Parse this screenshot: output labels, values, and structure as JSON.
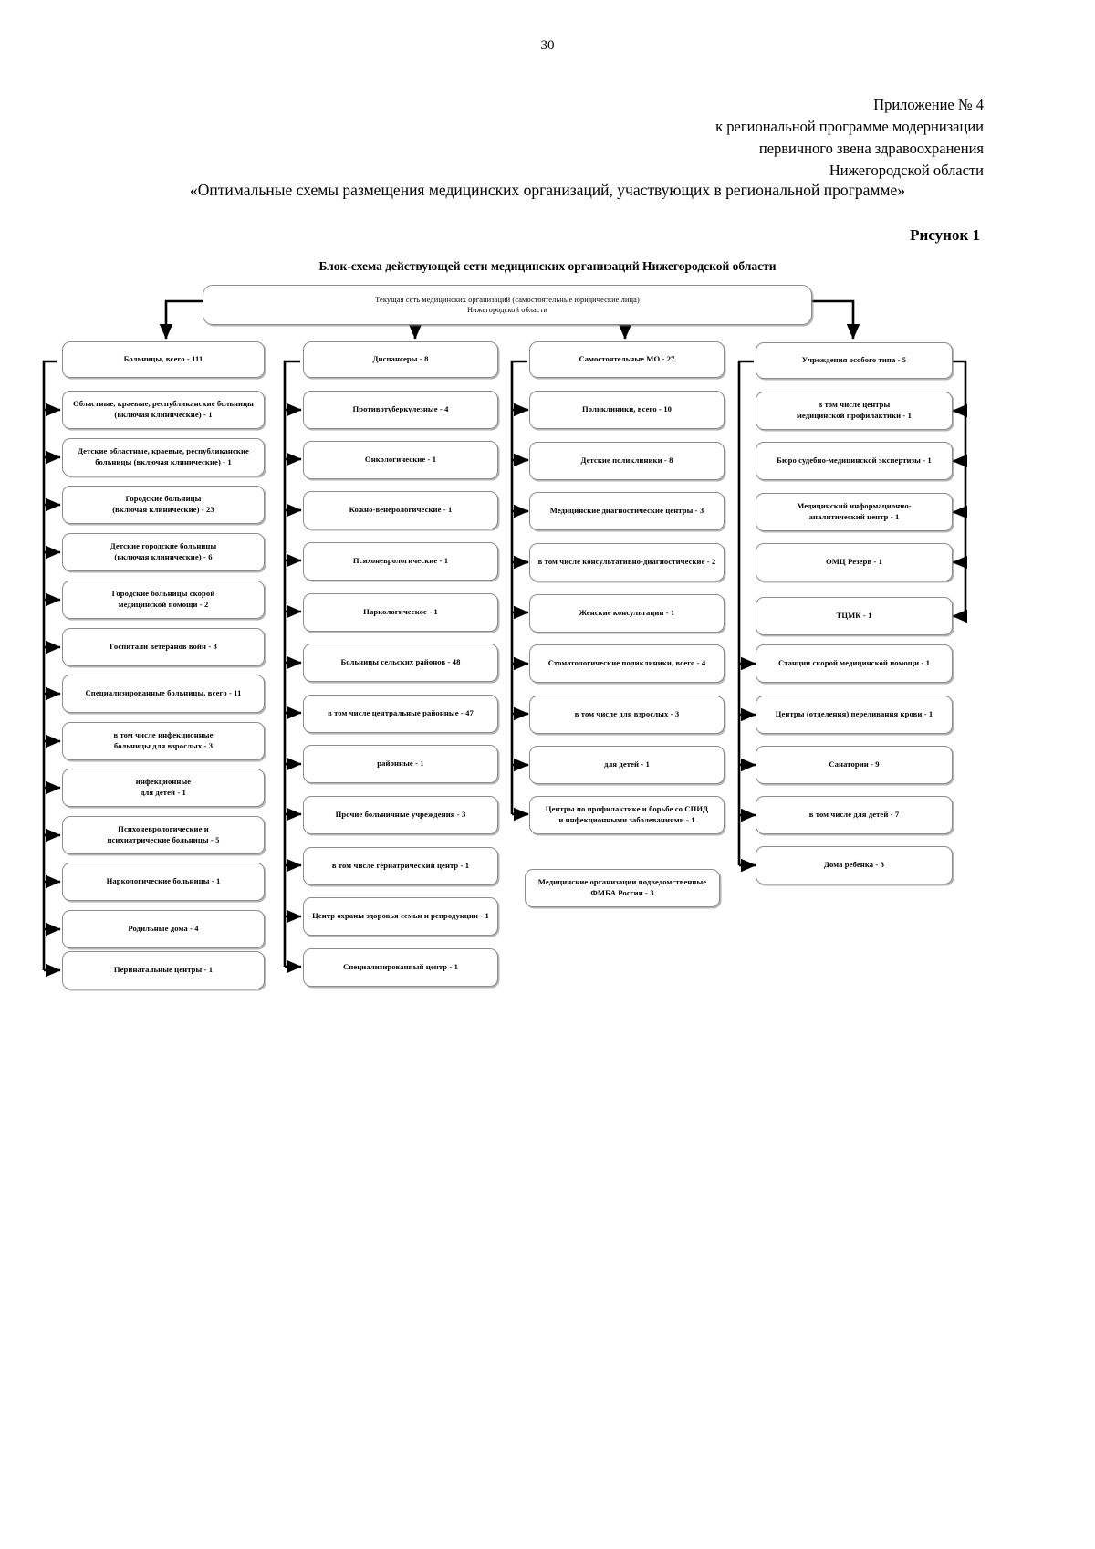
{
  "page": {
    "number": "30"
  },
  "appendix": {
    "line1": "Приложение № 4",
    "line2": "к региональной программе модернизации",
    "line3": "первичного звена здравоохранения",
    "line4": "Нижегородской области"
  },
  "document": {
    "title": "«Оптимальные схемы размещения медицинских организаций, участвующих в региональной программе»",
    "figure_label": "Рисунок 1",
    "scheme_title": "Блок-схема действующей сети медицинских организаций Нижегородской области"
  },
  "chart_data": {
    "type": "diagram",
    "title": "Блок-схема действующей сети медицинских организаций Нижегородской области",
    "root": {
      "line1": "Текущая сеть медицинских организаций (самостоятельные юридические лица)",
      "line2": "Нижегородской области"
    },
    "columns": [
      {
        "id": "hospitals",
        "header": "Больницы, всего - 111",
        "items": [
          {
            "line1": "Областные, краевые, республиканские больницы",
            "line2": "(включая клинические) - 1"
          },
          {
            "line1": "Детские областные, краевые, республиканские",
            "line2": "больницы (включая клинические) - 1"
          },
          {
            "line1": "Городские больницы",
            "line2": "(включая клинические) - 23"
          },
          {
            "line1": "Детские городские больницы",
            "line2": "(включая клинические) - 6"
          },
          {
            "line1": "Городские больницы скорой",
            "line2": "медицинской помощи - 2"
          },
          {
            "line1": "Госпитали ветеранов войн - 3",
            "line2": ""
          },
          {
            "line1": "Специализированные больницы, всего - 11",
            "line2": ""
          },
          {
            "line1": "в том числе инфекционные",
            "line2": "больницы для взрослых - 3"
          },
          {
            "line1": "инфекционные",
            "line2": "для детей - 1"
          },
          {
            "line1": "Психоневрологические и",
            "line2": "психиатрические больницы - 5"
          },
          {
            "line1": "Наркологические больницы - 1",
            "line2": ""
          },
          {
            "line1": "Родильные дома - 4",
            "line2": ""
          },
          {
            "line1": "Перинатальные центры - 1",
            "line2": ""
          }
        ]
      },
      {
        "id": "dispensaries",
        "header": "Диспансеры - 8",
        "items": [
          {
            "line1": "Противотуберкулезные - 4",
            "line2": ""
          },
          {
            "line1": "Онкологические - 1",
            "line2": ""
          },
          {
            "line1": "Кожно-венерологические - 1",
            "line2": ""
          },
          {
            "line1": "Психоневрологические - 1",
            "line2": ""
          },
          {
            "line1": "Наркологическое - 1",
            "line2": ""
          },
          {
            "line1": "Больницы сельских районов - 48",
            "line2": ""
          },
          {
            "line1": "в том числе центральные районные - 47",
            "line2": ""
          },
          {
            "line1": "районные - 1",
            "line2": ""
          },
          {
            "line1": "Прочие больничные учреждения - 3",
            "line2": ""
          },
          {
            "line1": "в том числе гериатрический центр - 1",
            "line2": ""
          },
          {
            "line1": "Центр охраны здоровья семьи и репродукции - 1",
            "line2": ""
          },
          {
            "line1": "Специализированный центр - 1",
            "line2": ""
          }
        ]
      },
      {
        "id": "independent-mo",
        "header": "Самостоятельные МО - 27",
        "items": [
          {
            "line1": "Поликлиники, всего - 10",
            "line2": ""
          },
          {
            "line1": "Детские поликлиники - 8",
            "line2": ""
          },
          {
            "line1": "Медицинские диагностические центры - 3",
            "line2": ""
          },
          {
            "line1": "в том числе консультативно-диагностические - 2",
            "line2": ""
          },
          {
            "line1": "Женские консультации - 1",
            "line2": ""
          },
          {
            "line1": "Стоматологические поликлиники, всего - 4",
            "line2": ""
          },
          {
            "line1": "в том числе для взрослых - 3",
            "line2": ""
          },
          {
            "line1": "для детей - 1",
            "line2": ""
          },
          {
            "line1": "Центры по профилактике и борьбе со СПИД",
            "line2": "и инфекционными заболеваниями - 1"
          }
        ],
        "detached": {
          "line1": "Медицинские организации подведомственные",
          "line2": "ФМБА России - 3"
        }
      },
      {
        "id": "special-institutions",
        "header": "Учреждения особого типа - 5",
        "items": [
          {
            "line1": "в том числе центры",
            "line2": "медицинской профилактики  - 1"
          },
          {
            "line1": "Бюро судебно-медицинской экспертизы - 1",
            "line2": ""
          },
          {
            "line1": "Медицинский информационно-",
            "line2": "аналитический центр - 1"
          },
          {
            "line1": "ОМЦ Резерв - 1",
            "line2": ""
          },
          {
            "line1": "ТЦМК - 1",
            "line2": ""
          },
          {
            "line1": "Станции скорой медицинской помощи - 1",
            "line2": ""
          },
          {
            "line1": "Центры (отделения) переливания крови - 1",
            "line2": ""
          },
          {
            "line1": "Санатории - 9",
            "line2": ""
          },
          {
            "line1": "в том числе для детей - 7",
            "line2": ""
          },
          {
            "line1": "Дома ребенка - 3",
            "line2": ""
          }
        ]
      }
    ]
  }
}
